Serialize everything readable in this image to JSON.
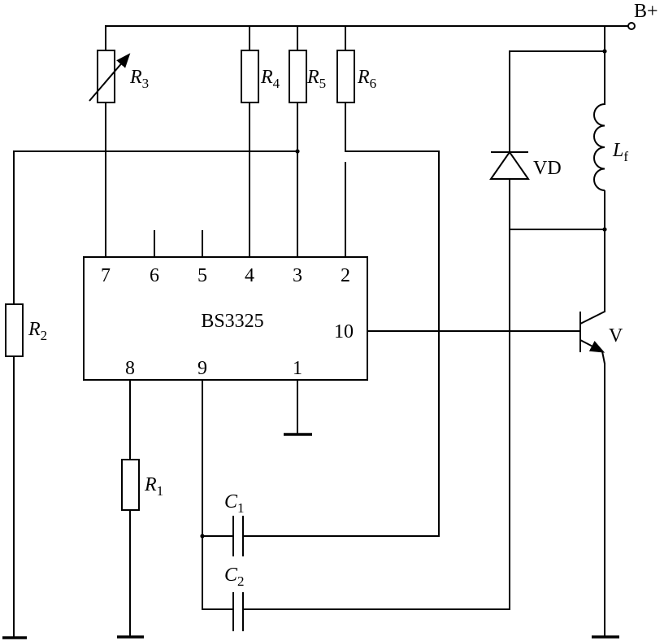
{
  "ic": {
    "name": "BS3325"
  },
  "pins": {
    "p7": "7",
    "p6": "6",
    "p5": "5",
    "p4": "4",
    "p3": "3",
    "p2": "2",
    "p8": "8",
    "p9": "9",
    "p1": "1",
    "p10": "10"
  },
  "components": {
    "r1": {
      "letter": "R",
      "sub": "1"
    },
    "r2": {
      "letter": "R",
      "sub": "2"
    },
    "r3": {
      "letter": "R",
      "sub": "3"
    },
    "r4": {
      "letter": "R",
      "sub": "4"
    },
    "r5": {
      "letter": "R",
      "sub": "5"
    },
    "r6": {
      "letter": "R",
      "sub": "6"
    },
    "c1": {
      "letter": "C",
      "sub": "1"
    },
    "c2": {
      "letter": "C",
      "sub": "2"
    },
    "lf": {
      "letter": "L",
      "sub": "f"
    },
    "vd": {
      "label": "VD"
    },
    "v": {
      "label": "V"
    }
  },
  "supply": {
    "label": "B+"
  }
}
